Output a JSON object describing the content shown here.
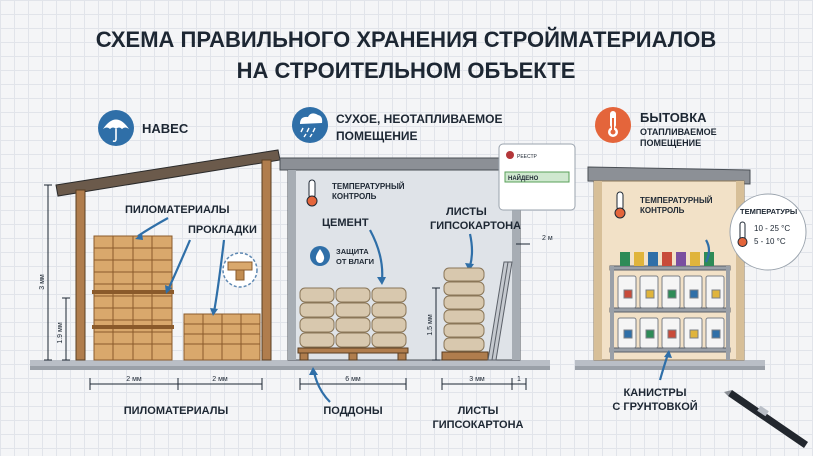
{
  "title": {
    "line1": "СХЕМА ПРАВИЛЬНОГО ХРАНЕНИЯ СТРОЙМАТЕРИАЛОВ",
    "line2": "НА СТРОИТЕЛЬНОМ ОБЪЕКТЕ"
  },
  "zones": {
    "canopy": {
      "title": "НАВЕС",
      "icon": "umbrella-icon"
    },
    "dry_room": {
      "title_line1": "СУХОЕ, НЕОТАПЛИВАЕМОЕ",
      "title_line2": "ПОМЕЩЕНИЕ",
      "icon": "rain-cloud-icon"
    },
    "cabin": {
      "title": "БЫТОВКА",
      "subtitle_line1": "ОТАПЛИВАЕМОЕ",
      "subtitle_line2": "ПОМЕЩЕНИЕ",
      "icon": "thermometer-icon"
    }
  },
  "labels": {
    "lumber": "ПИЛОМАТЕРИАЛЫ",
    "spacers": "ПРОКЛАДКИ",
    "cement": "ЦЕМЕНТ",
    "moisture_line1": "ЗАЩИТА",
    "moisture_line2": "ОТ ВЛАГИ",
    "temp_control_line1": "ТЕМПЕРАТУРНЫЙ",
    "temp_control_line2": "КОНТРОЛЬ",
    "drywall_line1": "ЛИСТЫ",
    "drywall_line2": "ГИПСОКАРТОНА",
    "cabin_temp_line1": "ТЕМПЕРАТУРНЫЙ",
    "cabin_temp_line2": "КОНТРОЛЬ",
    "temperature_title": "ТЕМПЕРАТУРЫ",
    "temp_range_1": "10 - 25 °C",
    "temp_range_2": "5 - 10 °C"
  },
  "registry_popup": {
    "title": "РЕЕСТР",
    "status": "НАЙДЕНО",
    "line1": "",
    "line2": ""
  },
  "dimensions": {
    "canopy_height": "3 мм",
    "lumber_height": "1.9 мм",
    "gap_1": "2 мм",
    "gap_2": "2 мм",
    "pallet_width": "6 мм",
    "bag_height": "1.5 мм",
    "drywall_width": "3 мм",
    "drywall_gap": "1",
    "wall_gap": "2 м"
  },
  "bottom_labels": {
    "lumber": "ПИЛОМАТЕРИАЛЫ",
    "pallets": "ПОДДОНЫ",
    "drywall_line1": "ЛИСТЫ",
    "drywall_line2": "ГИПСОКАРТОНА",
    "canisters_line1": "КАНИСТРЫ",
    "canisters_line2": "С ГРУНТОВКОЙ"
  },
  "colors": {
    "accent_blue": "#2f6fa8",
    "warning_orange": "#e4653b",
    "wood": "#d9a86c",
    "ink": "#1d2733"
  }
}
